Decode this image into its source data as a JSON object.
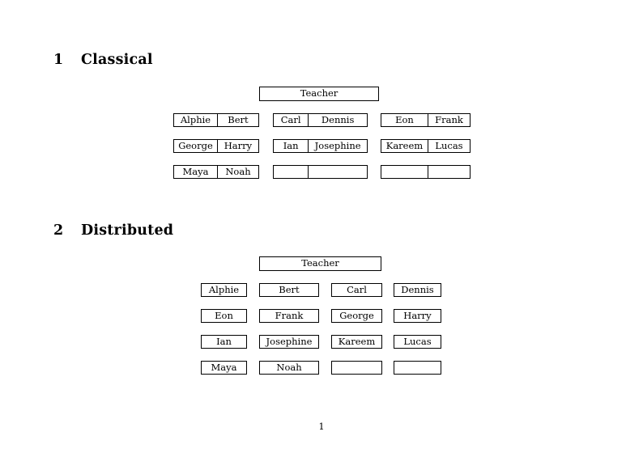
{
  "document": {
    "page_number": "1"
  },
  "sections": [
    {
      "number": "1",
      "title": "Classical",
      "teacher_label": "Teacher",
      "layout": "joined-pairs",
      "groups": [
        {
          "rows": [
            {
              "left": "Alphie",
              "right": "Bert"
            },
            {
              "left": "George",
              "right": "Harry"
            },
            {
              "left": "Maya",
              "right": "Noah"
            }
          ]
        },
        {
          "rows": [
            {
              "left": "Carl",
              "right": "Dennis"
            },
            {
              "left": "Ian",
              "right": "Josephine"
            },
            {
              "left": "",
              "right": ""
            }
          ]
        },
        {
          "rows": [
            {
              "left": "Eon",
              "right": "Frank"
            },
            {
              "left": "Kareem",
              "right": "Lucas"
            },
            {
              "left": "",
              "right": ""
            }
          ]
        }
      ]
    },
    {
      "number": "2",
      "title": "Distributed",
      "teacher_label": "Teacher",
      "layout": "separate-boxes",
      "rows": [
        [
          "Alphie",
          "Bert",
          "Carl",
          "Dennis"
        ],
        [
          "Eon",
          "Frank",
          "George",
          "Harry"
        ],
        [
          "Ian",
          "Josephine",
          "Kareem",
          "Lucas"
        ],
        [
          "Maya",
          "Noah",
          "",
          ""
        ]
      ]
    }
  ]
}
